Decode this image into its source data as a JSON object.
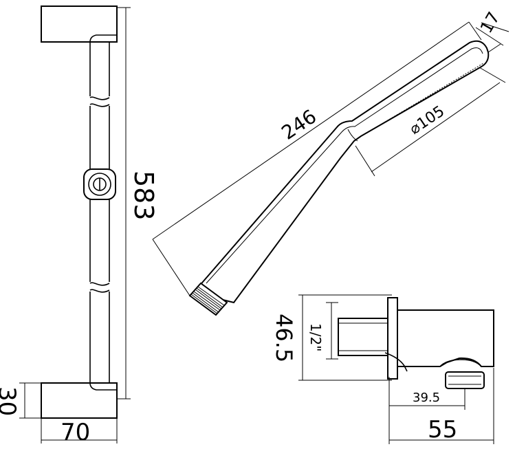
{
  "dimensions": {
    "rail_length": "583",
    "bracket_height": "30",
    "rail_depth": "70",
    "handset_length": "246",
    "head_thickness": "17",
    "head_diameter": "⌀105",
    "outlet_height": "46.5",
    "thread_size": "1/2\"",
    "outlet_offset": "39.5",
    "outlet_depth": "55"
  }
}
